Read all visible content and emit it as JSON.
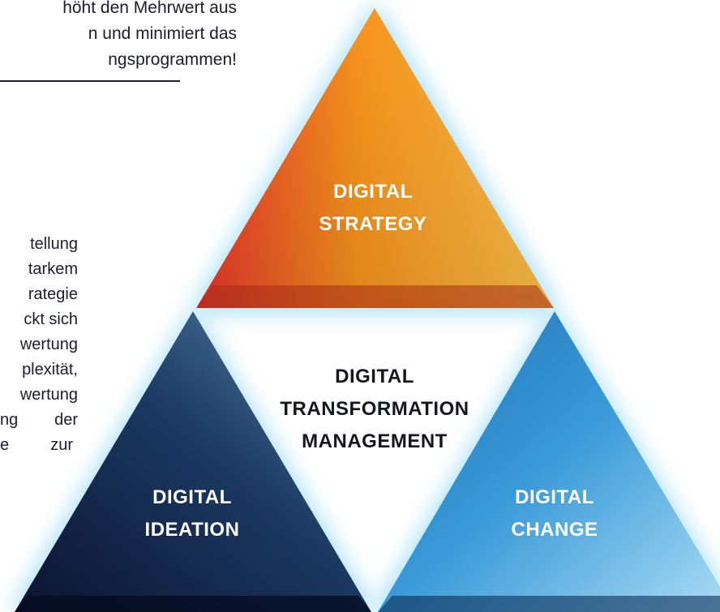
{
  "top_text": {
    "lines": [
      "höht den Mehrwert aus",
      "n und minimiert das",
      "ngsprogrammen!"
    ]
  },
  "body_text": {
    "lines": [
      "tellung",
      "tarkem",
      "rategie",
      "ckt sich",
      "wertung",
      "plexität,",
      "wertung"
    ],
    "justified_lines": [
      [
        "ng",
        "der"
      ],
      [
        "e",
        "zur"
      ]
    ]
  },
  "diagram": {
    "top": {
      "line1": "DIGITAL",
      "line2": "STRATEGY",
      "colors": [
        "#e8322c",
        "#f7941d",
        "#fdc04a"
      ]
    },
    "center": {
      "line1": "DIGITAL",
      "line2": "TRANSFORMATION",
      "line3": "MANAGEMENT"
    },
    "left": {
      "line1": "DIGITAL",
      "line2": "IDEATION",
      "colors": [
        "#0b1230",
        "#1c3a63",
        "#5a8ab0"
      ]
    },
    "right": {
      "line1": "DIGITAL",
      "line2": "CHANGE",
      "colors": [
        "#1e6fb3",
        "#3a9ad8",
        "#a9dbf4"
      ]
    },
    "glow_color": "#8fd8f5"
  }
}
